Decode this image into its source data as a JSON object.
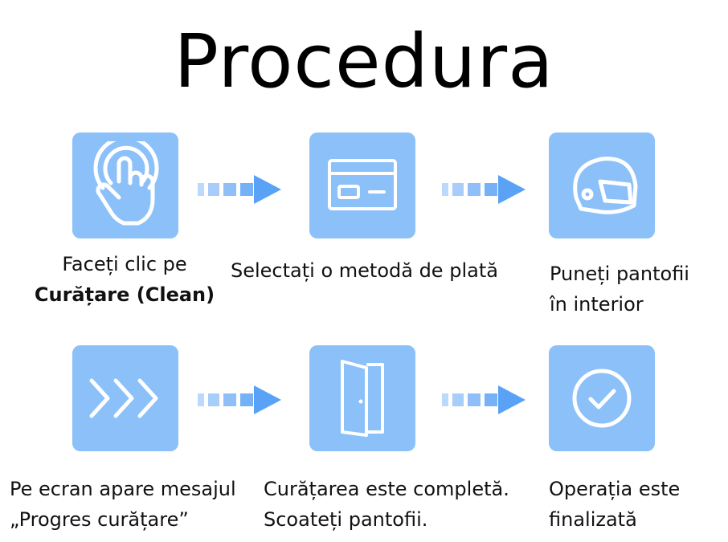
{
  "title": "Procedura",
  "colors": {
    "tile": "#8cc0f9",
    "arrow": "#5aa2f5",
    "arrow_light": "#bcd9fb",
    "icon": "#ffffff"
  },
  "steps": [
    {
      "icon": "tap-hand-icon",
      "line1": "Faceți clic pe",
      "line2": "Curățare (Clean)"
    },
    {
      "icon": "payment-card-icon",
      "line1": "Selectați o metodă de plată"
    },
    {
      "icon": "helmet-icon",
      "line1": "Puneți pantofii",
      "line2": "în interior"
    },
    {
      "icon": "progress-chevrons-icon",
      "line1": "Pe ecran apare mesajul",
      "line2": "„Progres curățare”"
    },
    {
      "icon": "door-icon",
      "line1": "Curățarea este completă.",
      "line2": "Scoateți pantofii."
    },
    {
      "icon": "check-circle-icon",
      "line1": "Operația este",
      "line2": "finalizată"
    }
  ]
}
